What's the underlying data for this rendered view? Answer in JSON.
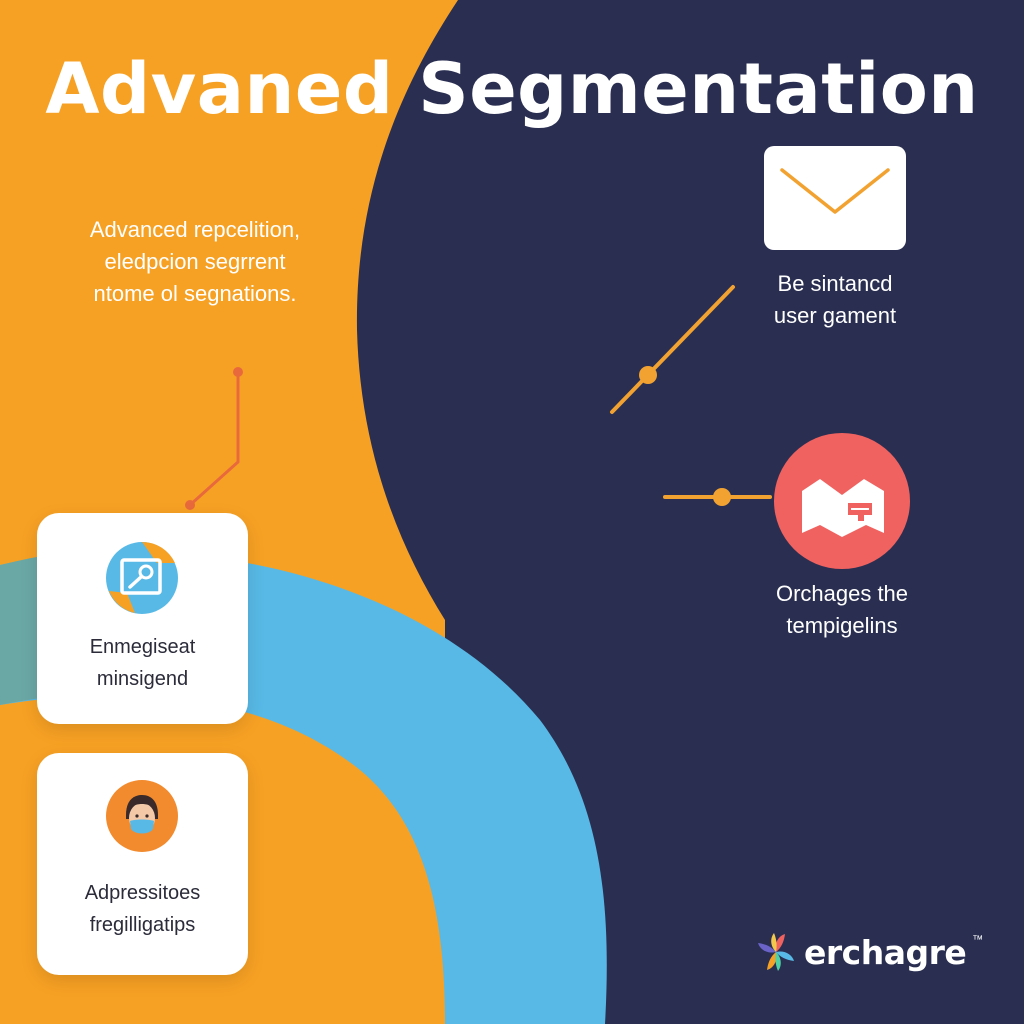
{
  "title": "Advaned Segmentation",
  "intro": {
    "lines": [
      "Advanced repcelition,",
      "eledpcion segrrent",
      "ntome ol segnations."
    ]
  },
  "cards": [
    {
      "icon": "image-search-icon",
      "lines": [
        "Enmegiseat",
        "minsigend"
      ]
    },
    {
      "icon": "person-avatar-icon",
      "lines": [
        "Adpressitoes",
        "fregilligatips"
      ]
    }
  ],
  "features": [
    {
      "icon": "mail-icon",
      "lines": [
        "Be sintancd",
        "user gament"
      ]
    },
    {
      "icon": "book-icon",
      "lines": [
        "Orchages the",
        "tempigelins"
      ]
    }
  ],
  "brand": {
    "name": "erchagre",
    "mark": "™"
  },
  "colors": {
    "orange": "#f7a124",
    "navy": "#2a2f52",
    "sky_blue": "#58b9e6",
    "teal": "#6aa8a6",
    "coral": "#f0625f",
    "white": "#ffffff"
  }
}
